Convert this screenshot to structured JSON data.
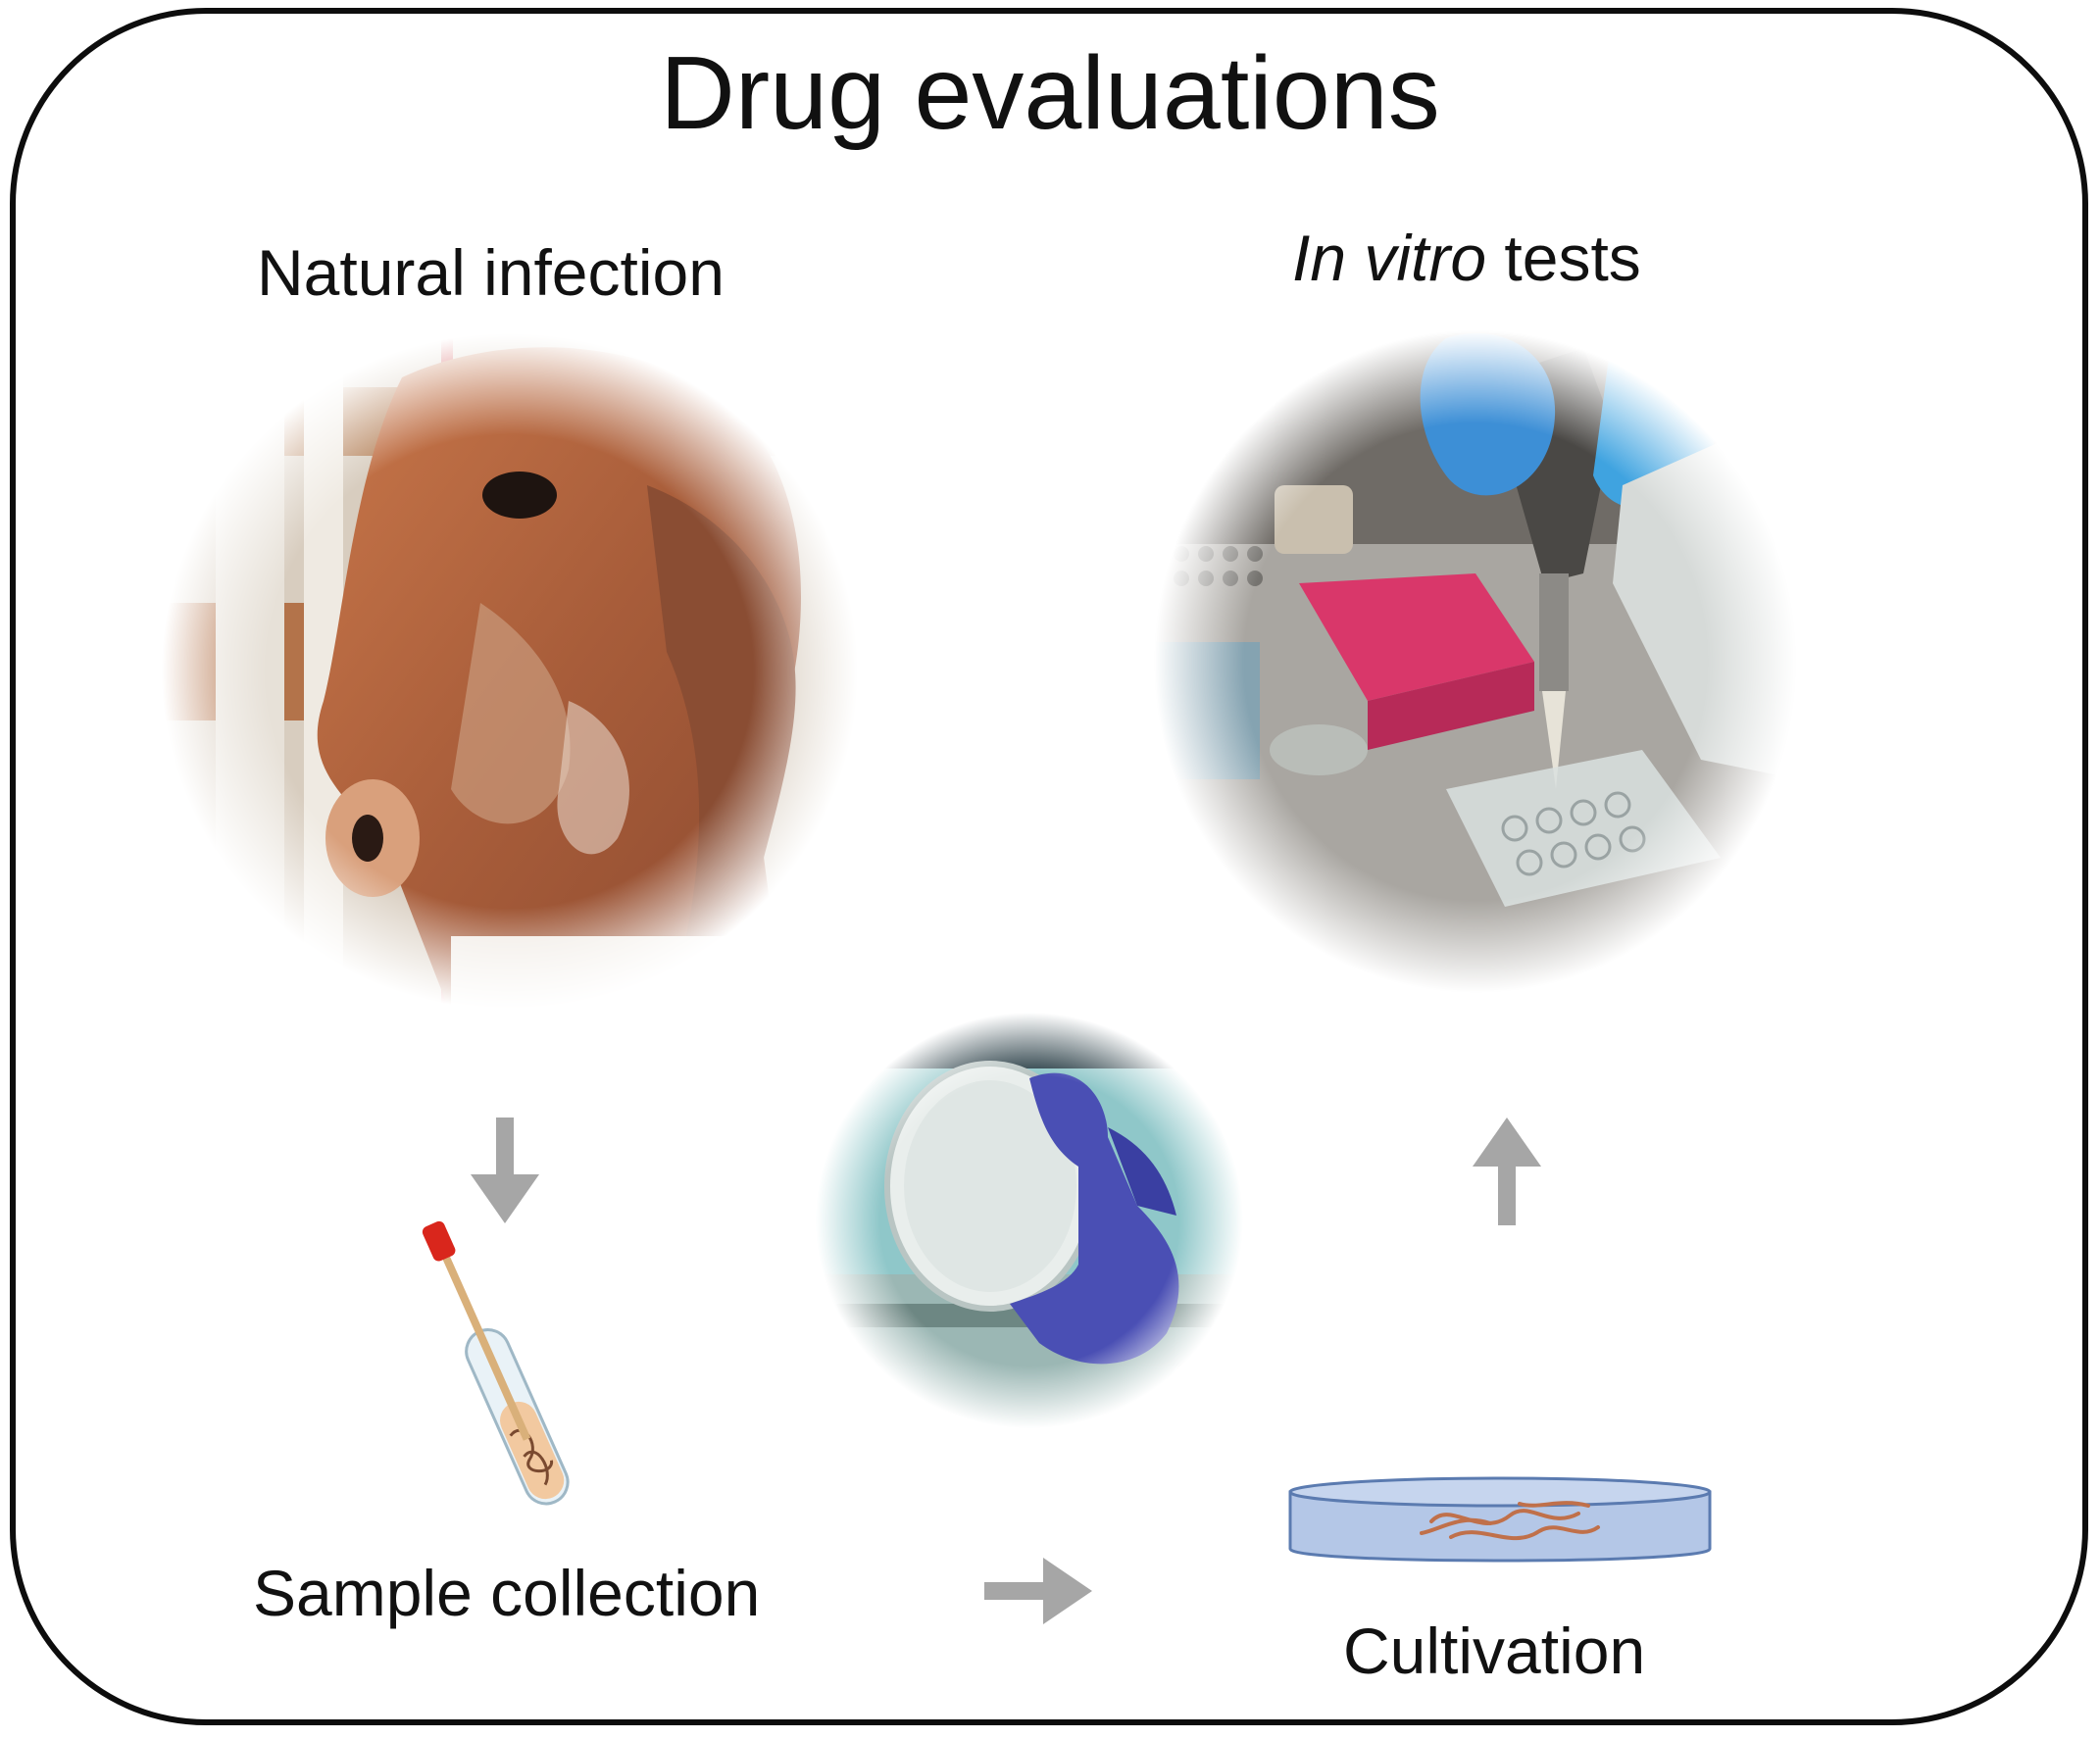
{
  "title": "Drug evaluations",
  "labels": {
    "natural_infection": "Natural infection",
    "in_vitro_italic": "In vitro",
    "in_vitro_rest": " tests",
    "sample_collection": "Sample collection",
    "cultivation": "Cultivation"
  },
  "photos": [
    {
      "name": "goat-photo",
      "subject": "goat"
    },
    {
      "name": "lab-pipette-photo",
      "subject": "pipette over well plate"
    },
    {
      "name": "petri-dish-hand-photo",
      "subject": "gloved hand holding petri dish"
    }
  ],
  "arrows": [
    {
      "name": "arrow-down",
      "direction": "down"
    },
    {
      "name": "arrow-right",
      "direction": "right"
    },
    {
      "name": "arrow-up",
      "direction": "up"
    }
  ],
  "colors": {
    "arrow": "#a6a6a6",
    "frame": "#0d0d0d",
    "dish_fill": "#b4c7e7",
    "dish_stroke": "#5b7bb0",
    "worms": "#c0704a",
    "swab_cap": "#d9261c",
    "tube_sample": "#f2c9a0"
  }
}
